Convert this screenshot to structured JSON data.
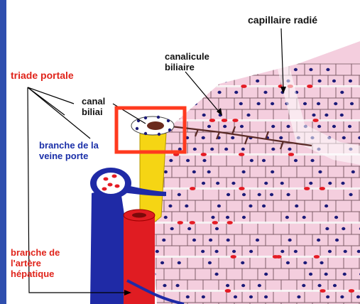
{
  "labels": {
    "capillaire_radie": "capillaire radié",
    "canalicule_line1": "canalicule",
    "canalicule_line2": "biliaire",
    "triade_portale": "triade portale",
    "canal_line1": "canal",
    "canal_line2": "biliai",
    "branche_veine_line1": "branche de la",
    "branche_veine_line2": "veine porte",
    "branche_artere_line1": "branche de",
    "branche_artere_line2": "l'artère",
    "branche_artere_line3": "hépatique"
  },
  "colors": {
    "background_frame": "#2f4fae",
    "hepatocyte": "#f4cede",
    "hepatocyte_border": "#7a5a64",
    "nucleus": "#1c1b78",
    "red_blood_cell": "#e51b24",
    "portal_vein": "#1f2aa6",
    "hepatic_artery": "#e01c22",
    "bile_duct": "#f5d514",
    "highlight_box": "#ff3a1f",
    "label_red": "#e0241b",
    "label_blue": "#1a2fa8"
  }
}
